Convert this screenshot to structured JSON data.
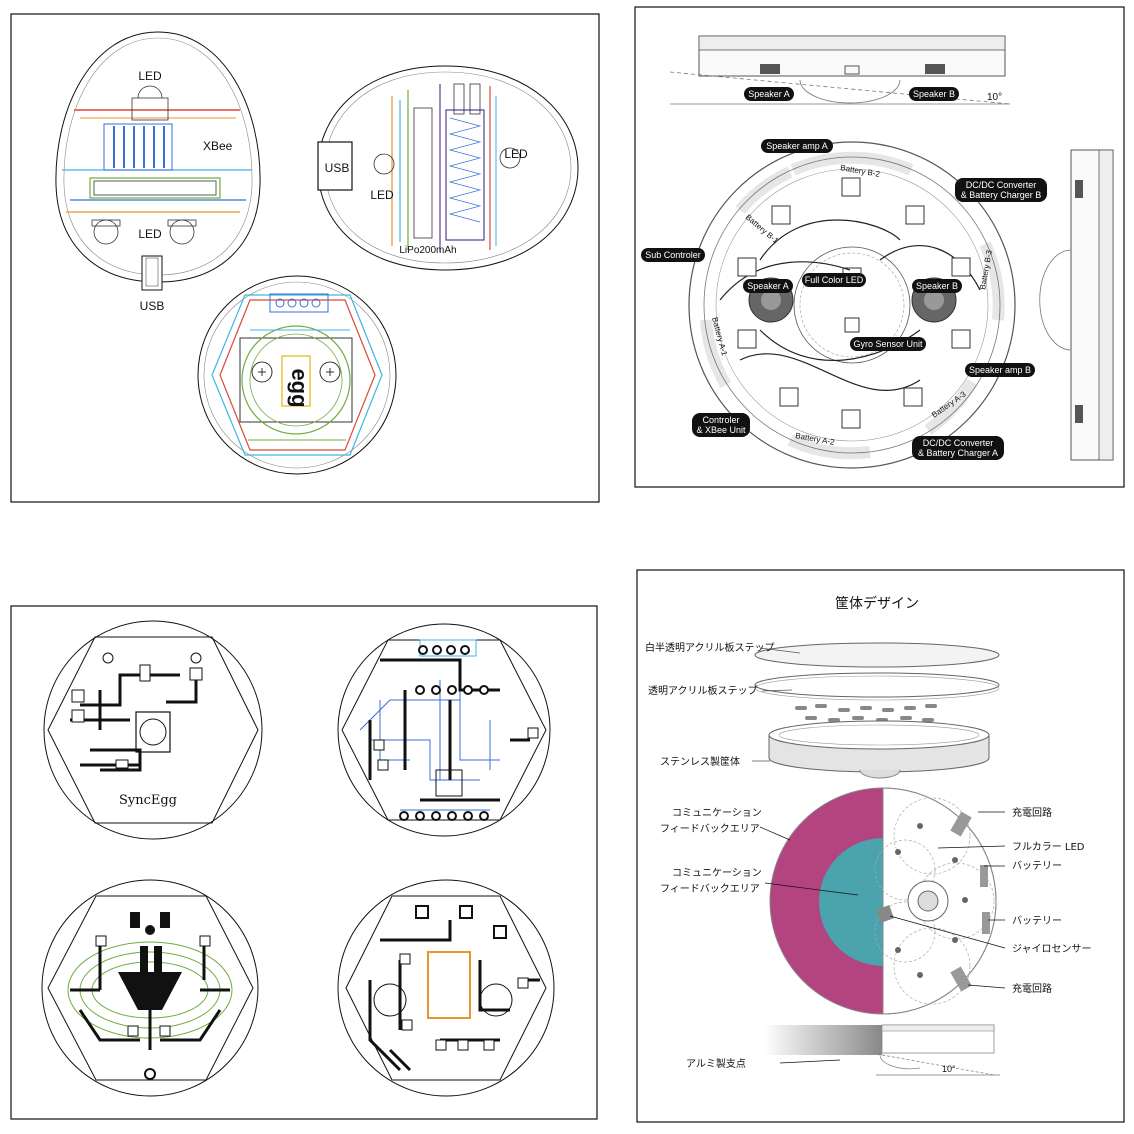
{
  "colors": {
    "magenta": "#b3447f",
    "teal": "#4aa3ad",
    "red": "#d9493a",
    "blue": "#3a6fd8",
    "cyan": "#3fb6e0",
    "orange": "#e8932c",
    "green": "#6fae3d",
    "purple": "#5a3a9a",
    "yellow": "#e6c233"
  },
  "panel1": {
    "egg_left": {
      "led_top": "LED",
      "xbee": "XBee",
      "led_bottom": "LED",
      "usb": "USB"
    },
    "egg_right": {
      "usb": "USB",
      "led_left": "LED",
      "led_right": "LED",
      "battery": "LiPo200mAh"
    },
    "circle_logo": "egg"
  },
  "panel2": {
    "callouts": {
      "speaker_a_top": "Speaker A",
      "speaker_b_top": "Speaker B",
      "angle": "10°",
      "speaker_amp_a": "Speaker amp A",
      "dcdc_b": [
        "DC/DC Converter",
        "& Battery Charger B"
      ],
      "sub_controler": "Sub Controler",
      "speaker_a": "Speaker A",
      "full_color_led": "Full Color LED",
      "speaker_b": "Speaker B",
      "gyro": "Gyro Sensor Unit",
      "speaker_amp_b": "Speaker amp B",
      "controler": [
        "Controler",
        "& XBee Unit"
      ],
      "dcdc_a": [
        "DC/DC Converter",
        "& Battery Charger A"
      ]
    },
    "battery_labels": {
      "b2": "Battery B-2",
      "b1": "Battery B-1",
      "b3": "Battery B-3",
      "a1": "Battery A-1",
      "a2": "Battery A-2",
      "a3": "Battery A-3"
    }
  },
  "panel3": {
    "syncegg": "SyncEgg"
  },
  "panel4": {
    "title": "筐体デザイン",
    "labels": {
      "frosted_acrylic": "白半透明アクリル板ステップ",
      "clear_acrylic": "透明アクリル板ステップ",
      "stainless": "ステンレス製筐体",
      "comm_area_1a": "コミュニケーション",
      "comm_area_1b": "フィードバックエリア",
      "comm_area_2a": "コミュニケーション",
      "comm_area_2b": "フィードバックエリア",
      "charge_1": "充電回路",
      "full_color_led": "フルカラー LED",
      "battery_1": "バッテリー",
      "battery_2": "バッテリー",
      "gyro": "ジャイロセンサー",
      "charge_2": "充電回路",
      "aluminum": "アルミ製支点",
      "angle": "10°"
    }
  }
}
